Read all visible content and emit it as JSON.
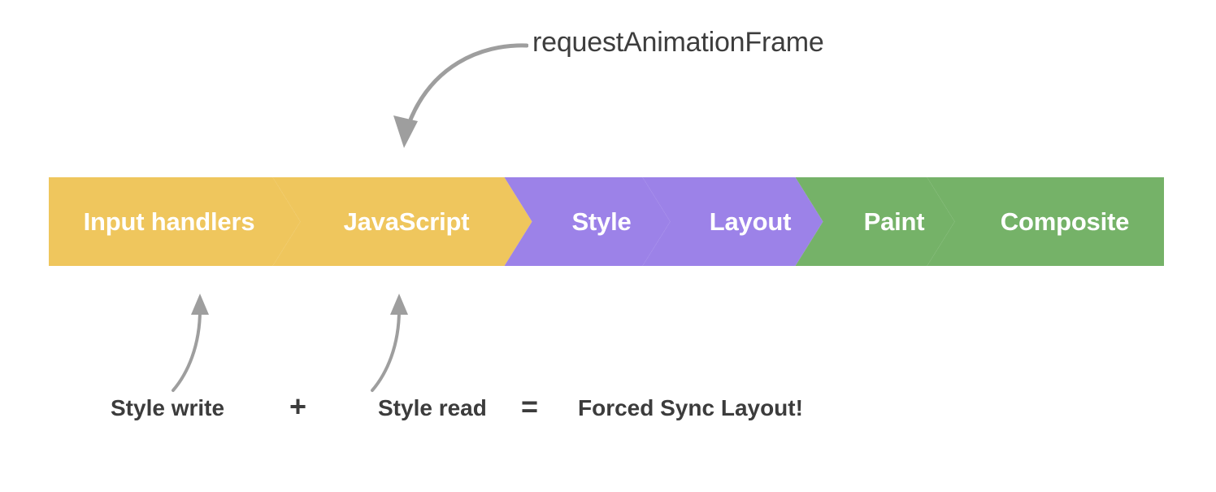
{
  "diagram": {
    "title": "Browser rendering pipeline with forced synchronous layout annotation",
    "background": "#ffffff"
  },
  "top_annotation": {
    "label": "requestAnimationFrame",
    "arrow_name": "curved-arrow-down-left",
    "arrow_color": "#9e9e9e",
    "points_to_segment": "JavaScript"
  },
  "pipeline": {
    "colors": {
      "yellow": "#efc65d",
      "purple": "#9c82e8",
      "green": "#75b268",
      "text": "#ffffff",
      "separator": "#ffffff"
    },
    "segments": [
      {
        "label": "Input handlers",
        "color_key": "yellow",
        "color": "#efc65d",
        "start": 0,
        "end": 305,
        "label_center": 148
      },
      {
        "label": "JavaScript",
        "color_key": "yellow",
        "color": "#efc65d",
        "start": 305,
        "end": 590,
        "label_center": 440
      },
      {
        "label": "Style",
        "color_key": "purple",
        "color": "#9c82e8",
        "start": 590,
        "end": 760,
        "label_center": 680
      },
      {
        "label": "Layout",
        "color_key": "purple",
        "color": "#9c82e8",
        "start": 760,
        "end": 948,
        "label_center": 863
      },
      {
        "label": "Paint",
        "color_key": "green",
        "color": "#75b268",
        "start": 948,
        "end": 1110,
        "label_center": 1040
      },
      {
        "label": "Composite",
        "color_key": "green",
        "color": "#75b268",
        "start": 1110,
        "end": 1372,
        "label_center": 1250
      }
    ]
  },
  "bottom_annotation": {
    "arrows": [
      {
        "name": "curved-arrow-up-to-input-handlers",
        "color": "#9e9e9e",
        "target_segment": "Input handlers"
      },
      {
        "name": "curved-arrow-up-to-javascript",
        "color": "#9e9e9e",
        "target_segment": "JavaScript"
      }
    ],
    "terms": [
      {
        "text": "Style write",
        "style": "strong"
      },
      {
        "text": "Style read",
        "style": "strong"
      }
    ],
    "operators": [
      {
        "symbol": "+",
        "name": "plus-operator"
      },
      {
        "symbol": "=",
        "name": "equals-operator"
      }
    ],
    "result": "Forced Sync Layout!",
    "equation": "Style write + Style read = Forced Sync Layout!"
  }
}
